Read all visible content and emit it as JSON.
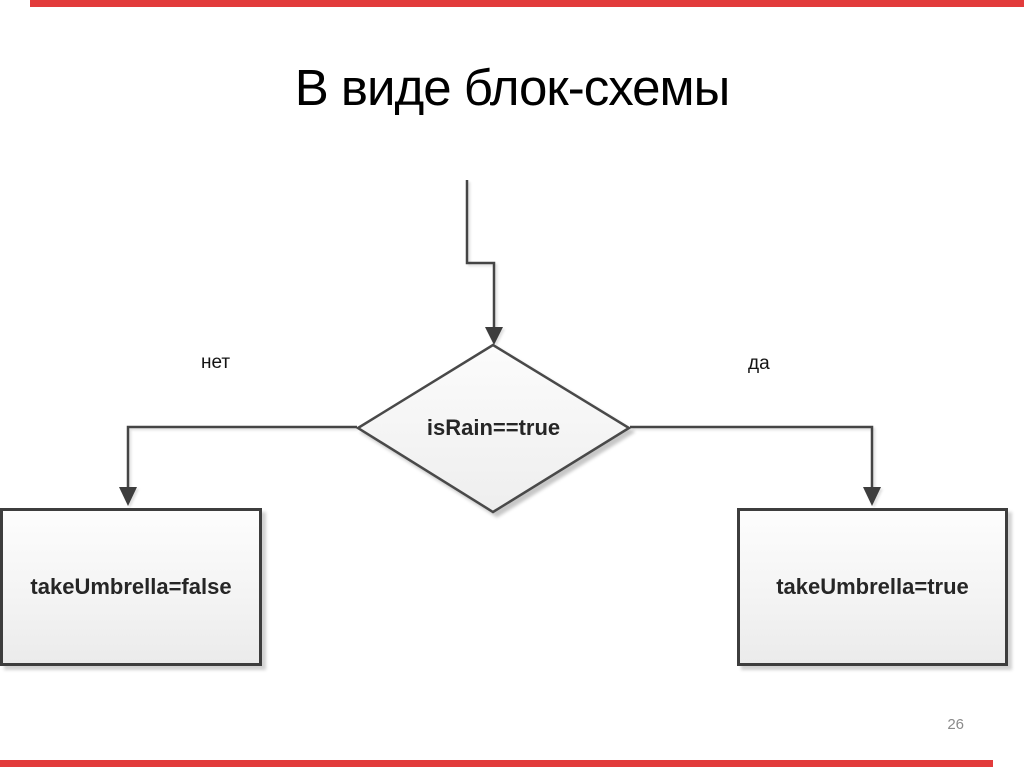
{
  "slide": {
    "title": "В виде блок-схемы",
    "page_number": "26"
  },
  "flowchart": {
    "decision": {
      "label": "isRain==true",
      "shape": "diamond"
    },
    "branches": {
      "no": {
        "label": "нет",
        "side": "left"
      },
      "yes": {
        "label": "да",
        "side": "right"
      }
    },
    "outcomes": {
      "false_box": {
        "label": "takeUmbrella=false"
      },
      "true_box": {
        "label": "takeUmbrella=true"
      }
    }
  },
  "colors": {
    "accent_red": "#e23b3b",
    "line": "#454545",
    "shape_fill": "#f6f6f6",
    "text": "#262626",
    "page_number": "#8a8a8a"
  }
}
